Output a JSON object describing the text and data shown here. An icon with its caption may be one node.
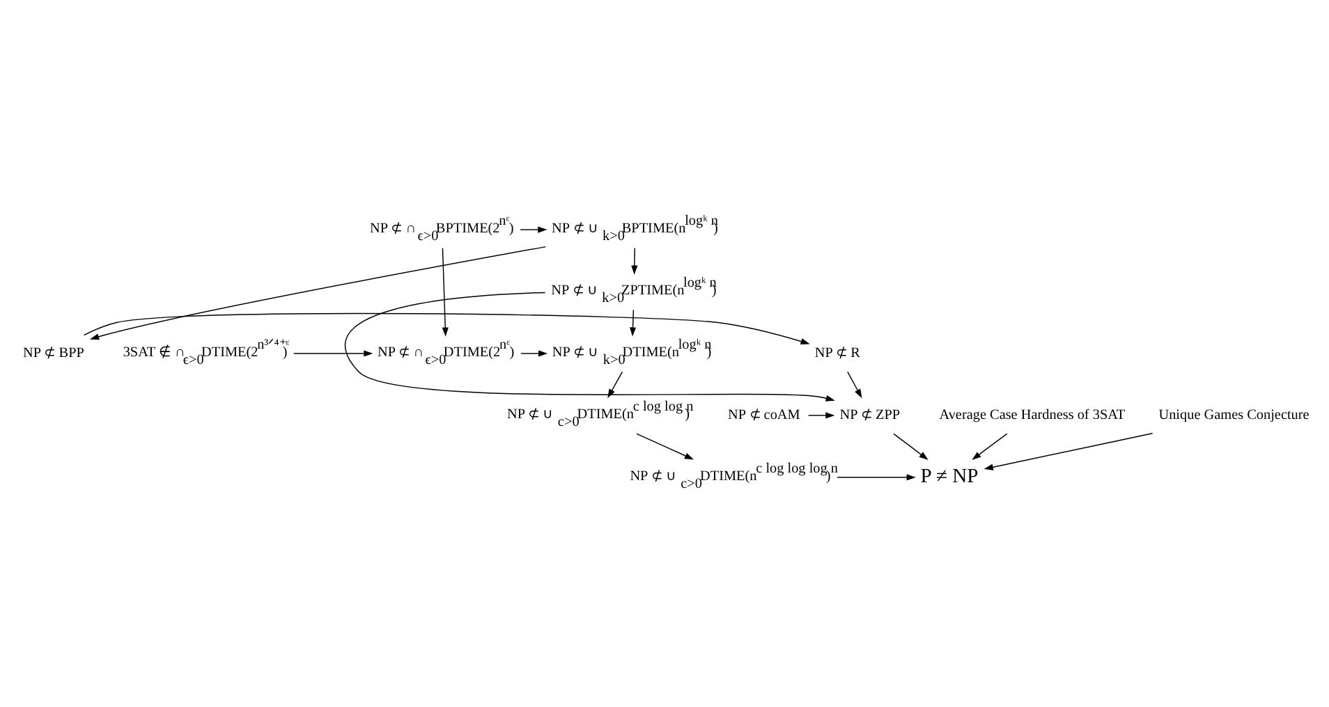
{
  "diagram": {
    "nodes": [
      {
        "text": [
          "NP ⊄ R"
        ]
      },
      {
        "text": [
          "NP ⊄ BPP"
        ]
      },
      {
        "text": [
          "NP ⊄ ZPP"
        ]
      },
      {
        "text": [
          "NP ⊄ coAM"
        ]
      },
      {
        "text": [
          "NP ⊄ ∪$_{k>0}$BPTIME(n$^{logᵏ n}$)"
        ]
      },
      {
        "text": [
          "NP ⊄ ∩$_{ϵ>0}$BPTIME(2$^{nᵋ}$)"
        ]
      },
      {
        "text": [
          "NP ⊄ ∪$_{k>0}$ZPTIME(n$^{logᵏ n}$)"
        ]
      },
      {
        "text": [
          "NP ⊄ ∪$_{k>0}$DTIME(n$^{logᵏ n}$)"
        ]
      },
      {
        "text": [
          "NP ⊄ ∩$_{ϵ>0}$DTIME(2$^{nᵋ}$)"
        ]
      },
      {
        "text": [
          "3SAT ∉ ∩$_{ϵ>0}$DTIME(2$^{n³ᐟ⁴⁺ᵋ}$)"
        ]
      },
      {
        "text": [
          "NP ⊄ ∪$_{c>0}$DTIME(n$^{c log log n}$)"
        ]
      },
      {
        "text": [
          "P ≠ NP"
        ]
      },
      {
        "text": [
          "NP ⊄ ∪$_{c>0}$DTIME(n$^{c log log log n}$)"
        ]
      },
      {
        "text": [
          "Average Case Hardness of 3SAT"
        ]
      },
      {
        "text": [
          "Unique Games Conjecture"
        ]
      }
    ],
    "edges": [
      {
        "from": 1,
        "to": 0,
        "arrow": "to"
      },
      {
        "from": 0,
        "to": 2,
        "arrow": "to"
      },
      {
        "from": 3,
        "to": 2,
        "arrow": "to"
      },
      {
        "from": 4,
        "to": 1,
        "arrow": "to"
      },
      {
        "from": 5,
        "to": 4,
        "arrow": "to"
      },
      {
        "from": 5,
        "to": 8,
        "arrow": "to"
      },
      {
        "from": 4,
        "to": 6,
        "arrow": "to"
      },
      {
        "from": 6,
        "to": 2,
        "arrow": "to"
      },
      {
        "from": 6,
        "to": 7,
        "arrow": "to"
      },
      {
        "from": 8,
        "to": 7,
        "arrow": "to"
      },
      {
        "from": 9,
        "to": 8,
        "arrow": "to"
      },
      {
        "from": 7,
        "to": 10,
        "arrow": "to"
      },
      {
        "from": 10,
        "to": 12,
        "arrow": "to"
      },
      {
        "from": 12,
        "to": 11,
        "arrow": "to"
      },
      {
        "from": 2,
        "to": 11,
        "arrow": "to"
      },
      {
        "from": 13,
        "to": 11,
        "arrow": "to"
      },
      {
        "from": 14,
        "to": 11,
        "arrow": "to"
      }
    ]
  }
}
